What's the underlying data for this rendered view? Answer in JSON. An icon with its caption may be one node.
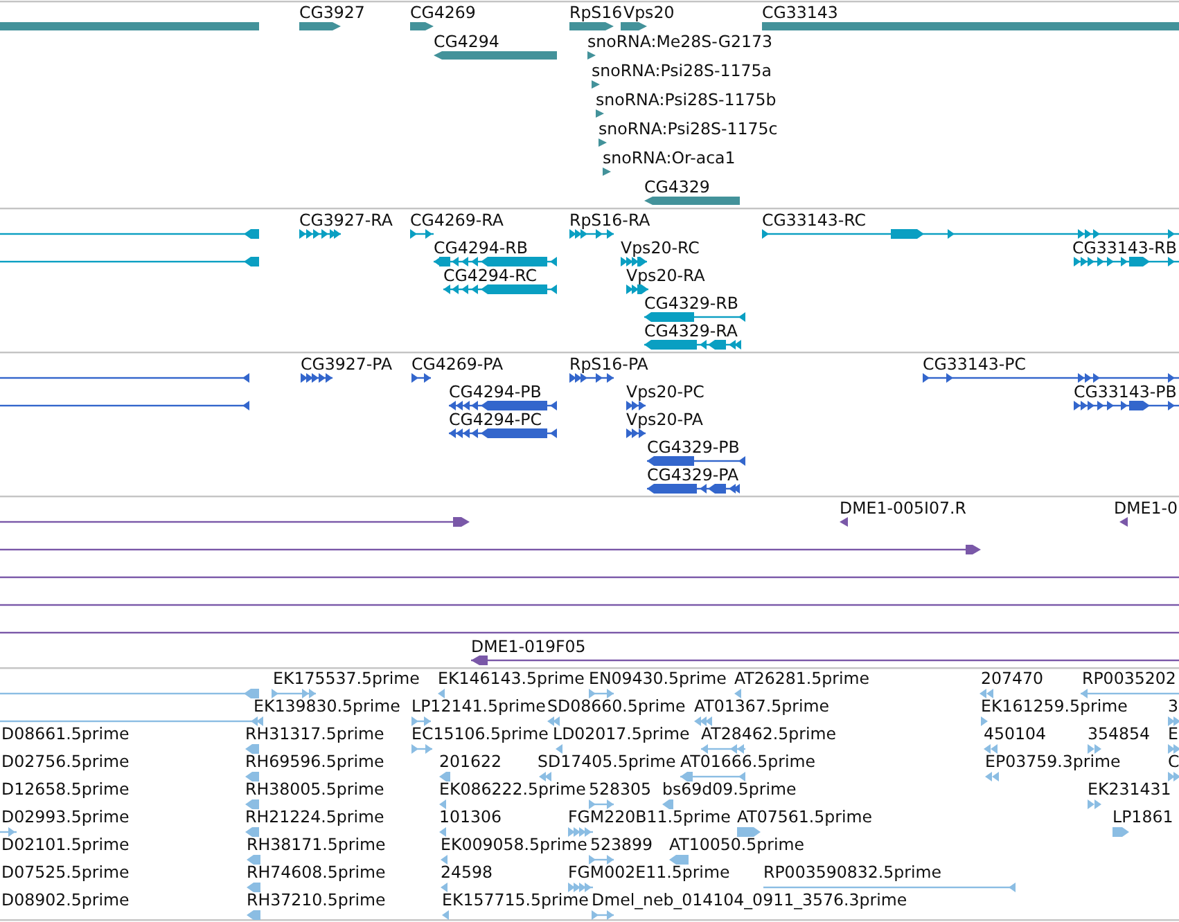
{
  "diagram": {
    "labels": [
      "CG3927",
      "CG4269",
      "RpS16",
      "Vps20",
      "CG33143",
      "CG4294",
      "snoRNA:Me28S-G2173",
      "snoRNA:Psi28S-1175a",
      "snoRNA:Psi28S-1175b",
      "snoRNA:Psi28S-1175c",
      "snoRNA:Or-aca1",
      "CG4329",
      "CG3927-RA",
      "CG4269-RA",
      "RpS16-RA",
      "CG33143-RC",
      "CG4294-RB",
      "Vps20-RC",
      "CG33143-RB",
      "CG4294-RC",
      "Vps20-RA",
      "CG4329-RB",
      "CG4329-RA",
      "CG3927-PA",
      "CG4269-PA",
      "RpS16-PA",
      "CG33143-PC",
      "CG4294-PB",
      "Vps20-PC",
      "CG33143-PB",
      "CG4294-PC",
      "Vps20-PA",
      "CG4329-PB",
      "CG4329-PA",
      "DME1-005I07.R",
      "DME1-0",
      "DME1-019F05",
      "EK175537.5prime",
      "EK146143.5prime",
      "EN09430.5prime",
      "AT26281.5prime",
      "207470",
      "RP0035202",
      "EK139830.5prime",
      "LP12141.5prime",
      "SD08660.5prime",
      "AT01367.5prime",
      "EK161259.5prime",
      "3",
      "D08661.5prime",
      "RH31317.5prime",
      "EC15106.5prime",
      "LD02017.5prime",
      "AT28462.5prime",
      "450104",
      "354854",
      "E",
      "D02756.5prime",
      "RH69596.5prime",
      "201622",
      "SD17405.5prime",
      "AT01666.5prime",
      "EP03759.3prime",
      "C",
      "D12658.5prime",
      "RH38005.5prime",
      "EK086222.5prime",
      "528305",
      "bs69d09.5prime",
      "EK231431",
      "D02993.5prime",
      "RH21224.5prime",
      "101306",
      "FGM220B11.5prime",
      "AT07561.5prime",
      "LP1861",
      "D02101.5prime",
      "RH38171.5prime",
      "EK009058.5prime",
      "523899",
      "AT10050.5prime",
      "D07525.5prime",
      "RH74608.5prime",
      "24598",
      "FGM002E11.5prime",
      "RP003590832.5prime",
      "D08902.5prime",
      "RH37210.5prime",
      "EK157715.5prime",
      "Dmel_neb_014104_0911_3576.3prime"
    ]
  }
}
